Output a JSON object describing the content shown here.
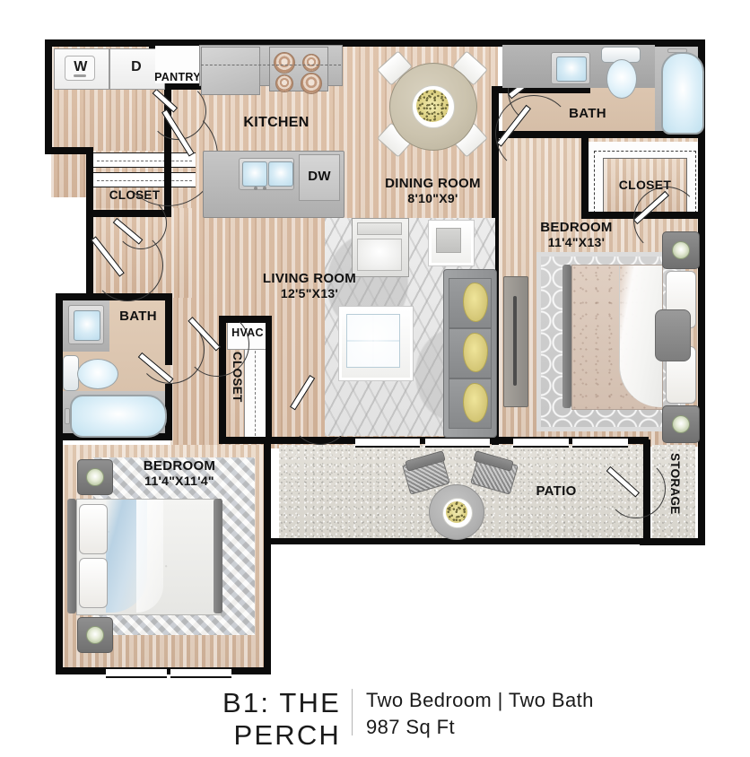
{
  "plan": {
    "name": "B1: THE PERCH",
    "bed_bath": "Two Bedroom  |  Two Bath",
    "area": "987 Sq Ft"
  },
  "rooms": {
    "kitchen": {
      "label": "KITCHEN"
    },
    "pantry": {
      "label": "PANTRY"
    },
    "dining": {
      "label": "DINING ROOM",
      "dims": "8'10\"X9'"
    },
    "living": {
      "label": "LIVING ROOM",
      "dims": "12'5\"X13'"
    },
    "bedroom_master": {
      "label": "BEDROOM",
      "dims": "11'4\"X13'"
    },
    "bedroom_second": {
      "label": "BEDROOM",
      "dims": "11'4\"X11'4\""
    },
    "bath_master": {
      "label": "BATH"
    },
    "bath_second": {
      "label": "BATH"
    },
    "closet_master": {
      "label": "CLOSET"
    },
    "closet_entry": {
      "label": "CLOSET"
    },
    "closet_hall": {
      "label": "CLOSET"
    },
    "hvac": {
      "label": "HVAC"
    },
    "patio": {
      "label": "PATIO"
    },
    "storage": {
      "label": "STORAGE"
    }
  },
  "appliances": {
    "washer": "W",
    "dryer": "D",
    "dishwasher": "DW"
  },
  "colors": {
    "wall": "#0b0b0b",
    "wood_floor": "#d9bfa8",
    "tile": "#b9b9b9",
    "patio_concrete": "#dedbd4",
    "accent_pillow": "#ddd083",
    "water": "#bfe0ef",
    "text": "#1a1a1a"
  }
}
